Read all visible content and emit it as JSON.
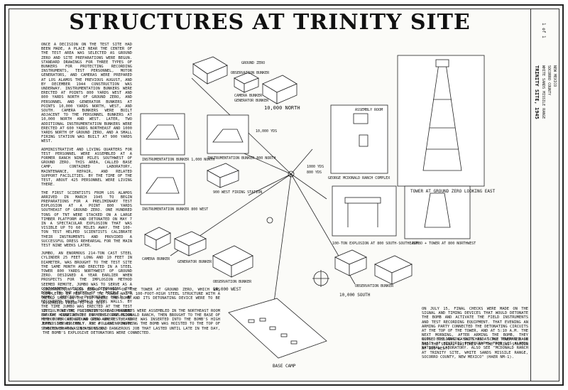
{
  "title": "STRUCTURES AT TRINITY SITE",
  "intro_text": "ONCE A DECISION ON THE TEST SITE HAD BEEN MADE, A PLACE NEAR THE CENTER OF THE TEST AREA WAS SELECTED AS GROUND ZERO AND SITE PREPARATIONS WERE BEGUN. STANDARD DRAWINGS FOR THREE TYPES OF BUNKERS FOR PROTECTING RECORDING INSTRUMENTS, TEST PERSONNEL, MOTOR GENERATORS, AND CAMERAS WERE PREPARED AT LOS ALAMOS THE PREVIOUS AUGUST, AND BY DECEMBER 1944 CONSTRUCTION WAS UNDERWAY. INSTRUMENTATION BUNKERS WERE ERECTED AT POINTS 800 YARDS WEST AND 800 YARDS NORTH OF GROUND ZERO, AND PERSONNEL AND GENERATOR BUNKERS AT POINTS 10,000 YARDS NORTH, WEST, AND SOUTH. CAMERA BUNKERS WERE BUILT ADJACENT TO THE PERSONNEL BUNKERS AT 10,000 NORTH AND WEST. LATER, TWO ADDITIONAL INSTRUMENTATION BUNKERS WERE ERECTED AT 600 YARDS NORTHEAST AND 1000 YARDS NORTH OF GROUND ZERO, AND A SMALL FIRING STATION WAS BUILT AT 900 YARDS WEST.",
  "admin_text": "ADMINISTRATIVE AND LIVING QUARTERS FOR TEST PERSONNEL WERE ASSEMBLED AT A FORMER RANCH NINE MILES SOUTHWEST OF GROUND ZERO. THIS AREA, CALLED BASE CAMP, CONTAINED LABORATORY, MAINTENANCE, REPAIR, AND RELATED SUPPORT FACILITIES. BY THE TIME OF THE TEST, ABOUT 425 PERSONNEL WERE LIVING THERE.",
  "scientists_text": "THE FIRST SCIENTISTS FROM LOS ALAMOS ARRIVED IN MARCH 1945 TO BEGIN PREPARATIONS FOR A PRELIMINARY TEST EXPLOSION AT A POINT 800 YARDS SOUTHEAST OF GROUND ZERO. ONE HUNDRED TONS OF TNT WERE STACKED ON A LARGE TIMBER PLATFORM AND DETONATED ON MAY 7 IN A SPECTACULAR EXPLOSION THAT WAS VISIBLE UP TO 60 MILES AWAY. THE 100-TON TEST HELPED SCIENTISTS CALIBRATE THEIR INSTRUMENTS AND PROVIDED A SUCCESSFUL DRESS REHEARSAL FOR THE MAIN TEST NINE WEEKS LATER.",
  "jumbo_text": "JUMBO, AN ENORMOUS 214-TON CAST STEEL CYLINDER 25 FEET LONG AND 10 FEET IN DIAMETER, WAS BROUGHT TO THE TEST SITE THE SAME MONTH AND ERECTED IN A STEEL TOWER 800 YARDS NORTHWEST OF GROUND ZERO. DESIGNED A YEAR EARLIER WHEN PROSPECTS FOR THE IMPLOSION METHOD SEEMED REMOTE, JUMBO WAS TO SERVE AS A CONTAINMENT VESSEL FOR DETONATING THE BOMB. IN THE EVENT OF A FIZZLE, THE BOMB'S PRECIOUS PLUTONIUM COULD BE RECOVERED FROM JUMBO'S STEEL WALLS. BY THE TIME JUMBO WAS ERECTED AT THE TEST SITE, HOWEVER, SCIENTISTS HAD GAINED ENOUGH CONFIDENCE IN THE IMPLOSION METHOD TO CONDUCT AN OPEN-AIR TEST, AND JUMBO SERVED ONLY AS A LAST MINUTE STANDBY THAT WAS NEVER USED.",
  "construction_text": "CONSTRUCTION ALSO BEGAN IN MAY ON THE TOWER AT GROUND ZERO, WHICH WAS COMPLETED BY MID-JUNE. THE TOWER WAS A 100-FOOT-HIGH STEEL STRUCTURE WITH A METAL SHED ON THE TOP WHERE THE BOMB AND ITS DETONATING DEVICE WERE TO BE ASSEMBLED PRIOR TO THE TEST.",
  "plutonium_text": "ON JULY 13 THE PLUTONIUM CORE COMPONENTS WERE ASSEMBLED IN THE NORTHEAST ROOM OF THE HOUSE AT THE FORMER GEORGE MCDONALD RANCH, THEN BROUGHT TO THE BASE OF THE TOWER AT GROUND ZERO WHERE THE CORE WAS INSERTED INTO THE BOMB'S HIGH EXPLOSIVE ASSEMBLY. THE FOLLOWING MORNING THE BOMB WAS HOISTED TO THE TOP OF THE TOWER AND, IN A LONG AND DANGEROUS JOB THAT LASTED UNTIL LATE IN THE DAY, THE BOMB'S EXPLOSIVE DETONATORS WERE CONNECTED.",
  "july15_text": "ON JULY 15, FINAL CHECKS WERE MADE ON THE SIGNAL AND TIMING DEVICES THAT WOULD DETONATE THE BOMB AND ACTIVATE THE FIELD INSTRUMENTS AND TEST RECORDING EQUIPMENT. THAT EVENING AN ARMING PARTY CONNECTED THE DETONATING CIRCUITS AT THE TOP OF THE TOWER, AND AT 5:10 A.M. THE NEXT MORNING, AFTER ARMING THE BOMB, THEY CLOSED THE ARMING SWITCHES AT THE TOWER'S BASE AND THE SIGNAL SWITCHES AT THE FIRING STATION AT 900 WEST.",
  "note_text": "NOTE: BUILDING LAYOUTS AND SCALE PREPARED ON BASIS OF HISTORIC PHOTOGRAPHS FROM LOS ALAMOS NATIONAL LABORATORY. ALSO SEE \"MCDONALD RANCH AT TRINITY SITE, WHITE SANDS MISSILE RANGE, SOCORRO COUNTY, NEW MEXICO\" (HAER NM-1).",
  "labels": {
    "observation_bunker": "OBSERVATION BUNKER",
    "ground_zero": "GROUND ZERO",
    "camera_bunker": "CAMERA BUNKER",
    "generator_bunker": "GENERATOR BUNKER",
    "north_10000": "10,000 NORTH",
    "west_10000": "10,000 WEST",
    "south_10000": "10,000 SOUTH",
    "yds_10000": "10,000 YDS",
    "instr_bunker": "INSTRUMENTATION BUNKER",
    "instr_800_north": "INSTRUMENTATION BUNKER 800 NORTH",
    "instr_1000_north": "INSTRUMENTATION BUNKER 1,000 NORTH",
    "instr_800_west": "INSTRUMENTATION BUNKER 800 WEST",
    "firing_station": "900 WEST FIRING STATION",
    "yds_1000": "1000 YDS",
    "yds_800": "800 YDS",
    "assembly_room": "ASSEMBLY ROOM",
    "mcdonald_ranch": "GEORGE MCDONALD RANCH COMPLEX",
    "tower_caption": "TOWER AT GROUND ZERO LOOKING EAST",
    "ton_explosion": "100-TON EXPLOSION AT 800 SOUTH-SOUTHEAST",
    "jumbo_tower": "JUMBO + TOWER AT 800 NORTHWEST",
    "base_camp": "BASE CAMP"
  },
  "sidebar": {
    "project": "TRINITY SITE, 1945",
    "location": "WHITE SANDS MISSILE RANGE",
    "county": "SOCORRO COUNTY",
    "state": "NEW MEXICO",
    "sheet": "1 of 1"
  }
}
